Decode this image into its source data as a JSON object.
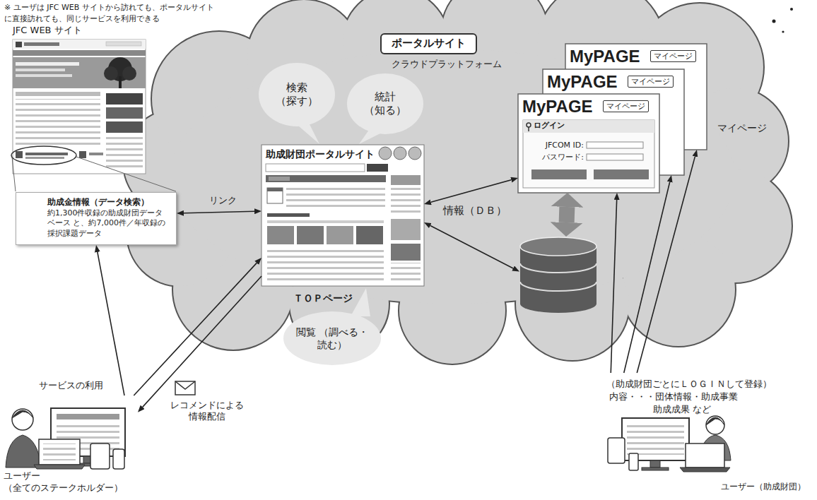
{
  "diagram": {
    "nodes": [
      {
        "text": [
          "JFC WEB サイト"
        ]
      },
      {
        "text": [
          "助成金情報（データ検索）",
          "約1,300件収録の助成財団データベース と、約7,000件／年収録の採択課題データ"
        ]
      },
      {
        "text": [
          "ポータルサイト",
          "クラウドプラットフォーム"
        ]
      },
      {
        "text": [
          "検索 （探す）"
        ]
      },
      {
        "text": [
          "統計 （知る）"
        ]
      },
      {
        "text": [
          "助成財団ポータルサイト",
          "ＴＯＰページ"
        ]
      },
      {
        "text": [
          "閲覧 （調べる・読む）"
        ]
      },
      {
        "text": [
          "MyPAGE",
          "マイページ"
        ]
      },
      {
        "text": [
          "MyPAGE",
          "マイページ"
        ]
      },
      {
        "text": [
          "MyPAGE",
          "マイページ",
          "ログイン",
          "JFCOM ID:",
          "パスワード:"
        ]
      },
      {
        "text": [
          "情報（ＤＢ）"
        ]
      },
      {
        "text": [
          "ユーザー （全てのステークホルダー）"
        ]
      },
      {
        "text": [
          "ユーザー（助成財団）"
        ]
      }
    ],
    "edges": [
      {
        "from": 1,
        "to": 5,
        "label": "リンク",
        "arrow": "both"
      },
      {
        "from": 11,
        "to": 1,
        "arrow": "to"
      },
      {
        "from": 11,
        "to": 5,
        "arrow": "to"
      },
      {
        "from": 5,
        "to": 11,
        "label": "レコメンドによる 情報配信",
        "arrow": "to"
      },
      {
        "from": 5,
        "to": 9,
        "arrow": "both"
      },
      {
        "from": 5,
        "to": 10,
        "arrow": "both"
      },
      {
        "from": 9,
        "to": 10,
        "arrow": "both"
      },
      {
        "from": 12,
        "to": 9,
        "arrow": "to"
      },
      {
        "from": 12,
        "to": 8,
        "arrow": "to"
      },
      {
        "from": 12,
        "to": 7,
        "arrow": "to"
      }
    ],
    "labels": [
      "※ ユーザは JFC WEB サイトから訪れても、ポータルサイト に直接訪れても、同じサービスを利用できる",
      "サービスの利用",
      "マイページ",
      "（助成財団ごとにＬＯＧＩＮして登録）",
      "内容・・・団体情報・助成事業",
      "助成成果 など"
    ]
  }
}
